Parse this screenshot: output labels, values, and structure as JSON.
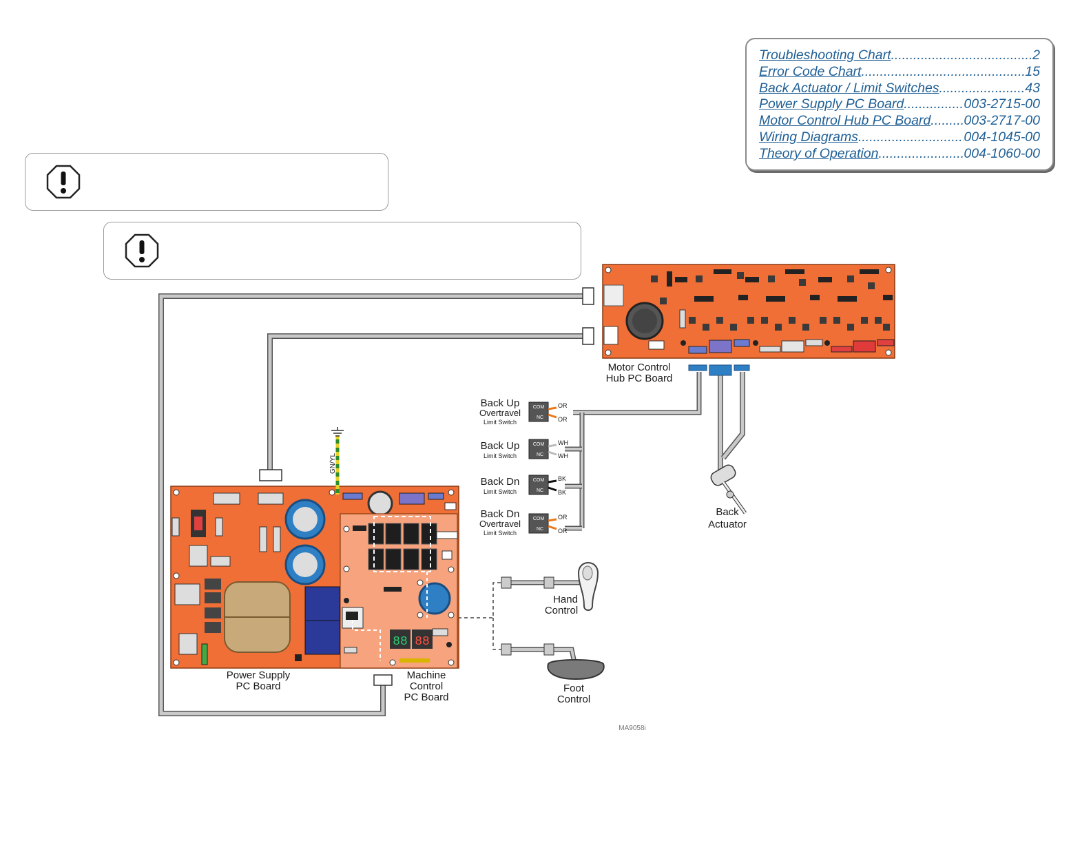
{
  "toc": {
    "items": [
      {
        "label": "Troubleshooting Chart",
        "page": "2"
      },
      {
        "label": "Error Code Chart",
        "page": "15"
      },
      {
        "label": "Back Actuator / Limit Switches",
        "page": "43"
      },
      {
        "label": "Power Supply PC Board",
        "page": "003-2715-00"
      },
      {
        "label": "Motor Control Hub PC Board",
        "page": "003-2717-00"
      },
      {
        "label": "Wiring Diagrams",
        "page": "004-1045-00"
      },
      {
        "label": "Theory of Operation",
        "page": "004-1060-00"
      }
    ]
  },
  "warnings": [
    {
      "icon": "warning-octagon-icon",
      "text": ""
    },
    {
      "icon": "warning-octagon-icon",
      "text": ""
    }
  ],
  "diagram": {
    "motor_board": {
      "line1": "Motor Control",
      "line2": "Hub PC Board"
    },
    "power_board": {
      "line1": "Power Supply",
      "line2": "PC Board"
    },
    "machine_board": {
      "line1": "Machine",
      "line2": "Control",
      "line3": "PC Board"
    },
    "ground_label": "GN/YL",
    "switches": [
      {
        "line1": "Back Up",
        "line2": "Overtravel",
        "line3": "Limit Switch",
        "wire_top": "OR",
        "wire_bottom": "OR"
      },
      {
        "line1": "Back Up",
        "line2": "Limit Switch",
        "line3": "",
        "wire_top": "WH",
        "wire_bottom": "WH"
      },
      {
        "line1": "Back Dn",
        "line2": "Limit Switch",
        "line3": "",
        "wire_top": "BK",
        "wire_bottom": "BK"
      },
      {
        "line1": "Back Dn",
        "line2": "Overtravel",
        "line3": "Limit Switch",
        "wire_top": "OR",
        "wire_bottom": "OR"
      }
    ],
    "switch_terminals": {
      "com": "COM",
      "nc": "NC"
    },
    "actuator": {
      "line1": "Back",
      "line2": "Actuator"
    },
    "hand_control": {
      "line1": "Hand",
      "line2": "Control"
    },
    "foot_control": {
      "line1": "Foot",
      "line2": "Control"
    },
    "figure_id": "MA9058i"
  },
  "colors": {
    "board_orange": "#f06f37",
    "machine_board": "#f7a47e",
    "link_blue": "#1f5f95",
    "cable_gray": "#a9a9a9",
    "connector_blue": "#2f7fc4"
  }
}
